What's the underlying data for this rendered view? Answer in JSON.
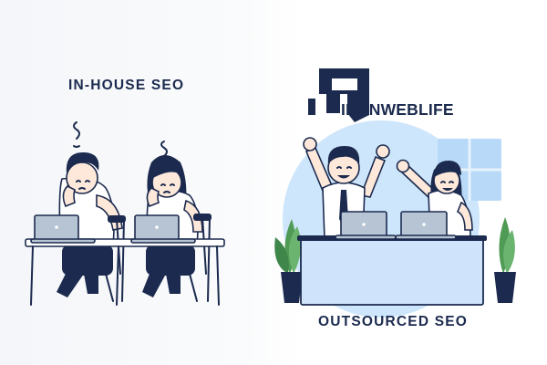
{
  "left_panel": {
    "label": "IN-HOUSE SEO"
  },
  "right_panel": {
    "label": "OUTSOURCED SEO"
  },
  "logo": {
    "text": "IRANWEBLIFE"
  },
  "colors": {
    "navy": "#1b2a4e",
    "skin": "#fde8da",
    "laptop": "#b7c4d3",
    "plant": "#4f9a54",
    "desk_blue": "#cfe3fb",
    "backdrop_blue": "#cde6fb"
  }
}
